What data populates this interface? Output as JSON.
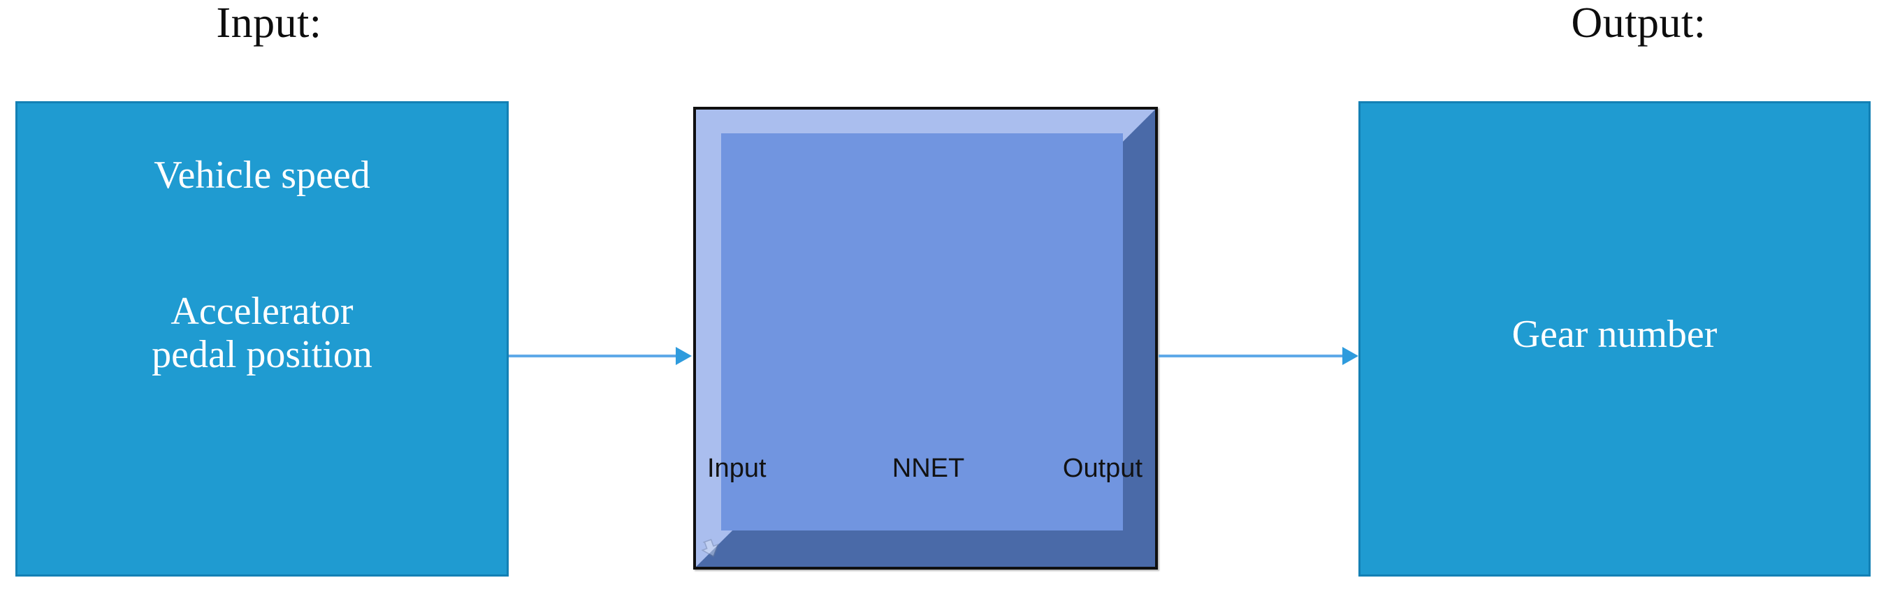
{
  "diagram": {
    "title": "Neural network gear-number predictor block diagram",
    "background_color": "#ffffff"
  },
  "labels": {
    "input_heading": "Input:",
    "output_heading": "Output:"
  },
  "input_box": {
    "fill_color": "#1f9bd1",
    "border_color": "#1380b4",
    "text_color": "#ffffff",
    "lines": [
      "Vehicle speed",
      "Accelerator\npedal position"
    ]
  },
  "output_box": {
    "fill_color": "#1f9bd1",
    "border_color": "#1380b4",
    "text_color": "#ffffff",
    "lines": [
      "Gear number"
    ]
  },
  "nnet_block": {
    "name": "NNET",
    "face_color": "#7195e0",
    "bevel_light_color": "#aabeee",
    "bevel_dark_color": "#4a6aa8",
    "border_color": "#101010",
    "port_label_color": "#121212",
    "ports": {
      "input": "Input",
      "center": "NNET",
      "output": "Output"
    },
    "corner_glyph": "resize-arrow-icon"
  },
  "connectors": [
    {
      "name": "input-to-nnet",
      "from": "input_box",
      "to": "nnet_block",
      "line_color": "#5fa9e8",
      "head_color": "#2e9bdd"
    },
    {
      "name": "nnet-to-output",
      "from": "nnet_block",
      "to": "output_box",
      "line_color": "#5fa9e8",
      "head_color": "#2e9bdd"
    }
  ]
}
